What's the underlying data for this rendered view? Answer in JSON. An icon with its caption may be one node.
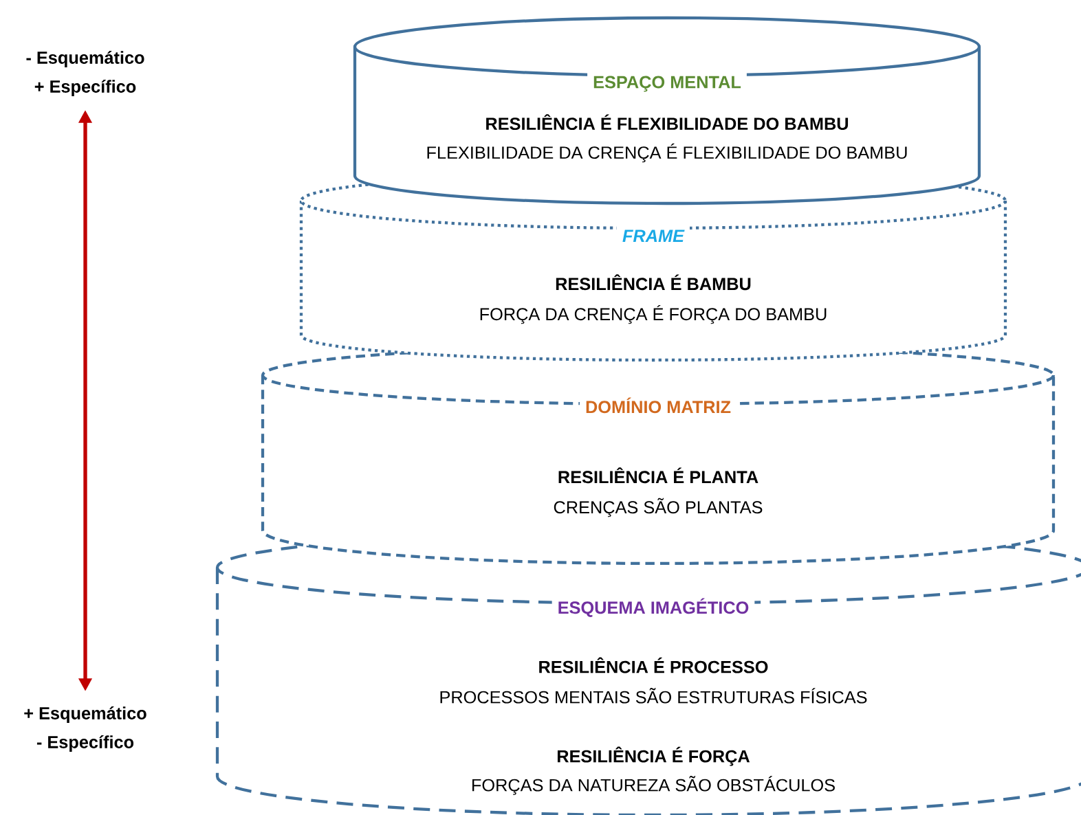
{
  "diagram": {
    "nodes": [
      {
        "text": [
          "ESPAÇO MENTAL",
          "RESILIÊNCIA É FLEXIBILIDADE DO BAMBU",
          "FLEXIBILIDADE DA CRENÇA É FLEXIBILIDADE DO BAMBU"
        ]
      },
      {
        "text": [
          "FRAME",
          "RESILIÊNCIA É BAMBU",
          "FORÇA DA CRENÇA É FORÇA DO BAMBU"
        ]
      },
      {
        "text": [
          "DOMÍNIO MATRIZ",
          "RESILIÊNCIA É PLANTA",
          "CRENÇAS SÃO PLANTAS"
        ]
      },
      {
        "text": [
          "ESQUEMA IMAGÉTICO",
          "RESILIÊNCIA É PROCESSO",
          "PROCESSOS MENTAIS SÃO ESTRUTURAS FÍSICAS",
          "RESILIÊNCIA É FORÇA",
          "FORÇAS DA NATUREZA SÃO OBSTÁCULOS"
        ]
      }
    ],
    "edges": [],
    "labels": [
      "- Esquemático",
      "+ Específico",
      "+ Esquemático",
      "- Específico"
    ]
  }
}
